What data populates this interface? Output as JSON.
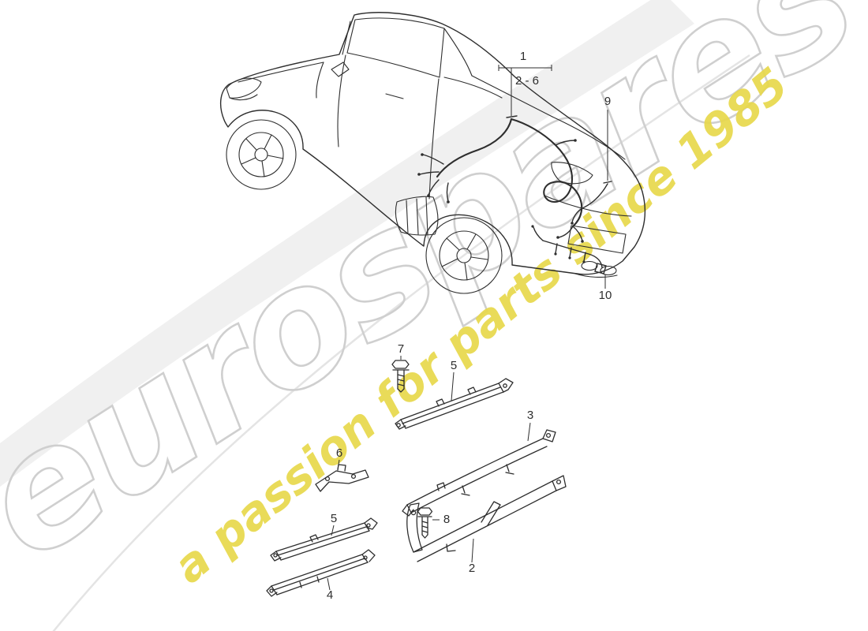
{
  "page": {
    "background_color": "#ffffff",
    "line_color": "#2e2e2e"
  },
  "watermark": {
    "brand": "eurospares",
    "tagline": "a passion for parts since 1985",
    "brand_outline_color": "#cfcfcf",
    "tagline_color": "#e8d84b",
    "swoosh_fill_color": "#f0f0f0",
    "swoosh_line_color": "#e4e4e4"
  },
  "diagram": {
    "callouts": [
      {
        "id": "1",
        "label": "1"
      },
      {
        "id": "2-6",
        "label": "2 - 6"
      },
      {
        "id": "9",
        "label": "9"
      },
      {
        "id": "10",
        "label": "10"
      },
      {
        "id": "7",
        "label": "7"
      },
      {
        "id": "5-upper",
        "label": "5"
      },
      {
        "id": "3",
        "label": "3"
      },
      {
        "id": "6",
        "label": "6"
      },
      {
        "id": "5-lower",
        "label": "5"
      },
      {
        "id": "8",
        "label": "8"
      },
      {
        "id": "2",
        "label": "2"
      },
      {
        "id": "4",
        "label": "4"
      }
    ]
  }
}
